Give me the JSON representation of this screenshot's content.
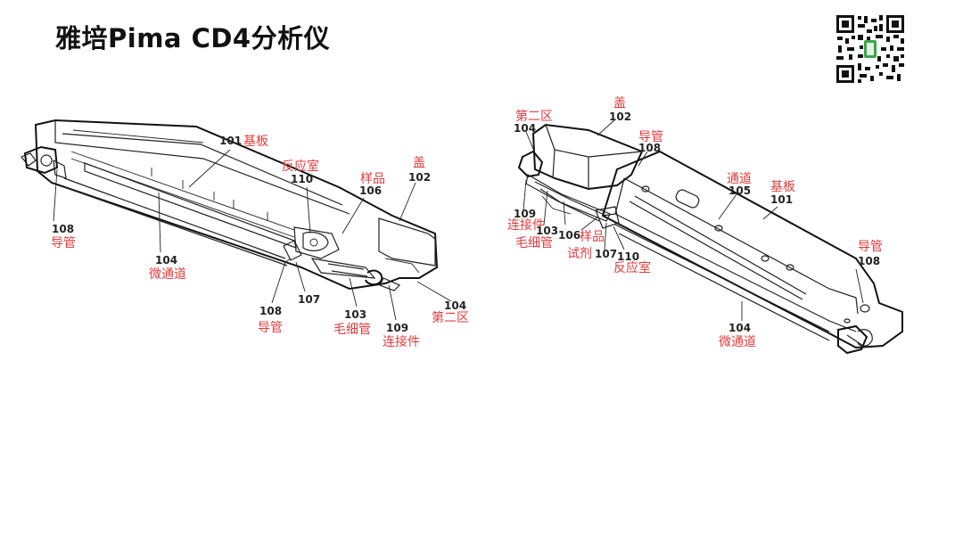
{
  "title": "雅培Pima CD4分析仪",
  "figure_left": {
    "labels": [
      {
        "num": "101",
        "text": "基板"
      },
      {
        "num": "110",
        "text": "反应室"
      },
      {
        "num": "106",
        "text": "样品"
      },
      {
        "num": "102",
        "text": "盖"
      },
      {
        "num": "108",
        "text": "导管"
      },
      {
        "num": "104",
        "text": "微通道"
      },
      {
        "num": "107",
        "text": ""
      },
      {
        "num": "108",
        "text": "导管"
      },
      {
        "num": "103",
        "text": "毛细管"
      },
      {
        "num": "109",
        "text": "连接件"
      },
      {
        "num": "104",
        "text": "第二区"
      }
    ]
  },
  "figure_right": {
    "labels": [
      {
        "num": "104",
        "text": "第二区"
      },
      {
        "num": "102",
        "text": "盖"
      },
      {
        "num": "108",
        "text": "导管"
      },
      {
        "num": "105",
        "text": "通道"
      },
      {
        "num": "101",
        "text": "基板"
      },
      {
        "num": "109",
        "text": "连接件"
      },
      {
        "num": "103",
        "text": "毛细管"
      },
      {
        "num": "106",
        "text": "样品"
      },
      {
        "num": "107",
        "text": "试剂"
      },
      {
        "num": "110",
        "text": "反应室"
      },
      {
        "num": "108",
        "text": "导管"
      },
      {
        "num": "104",
        "text": "微通道"
      }
    ]
  }
}
